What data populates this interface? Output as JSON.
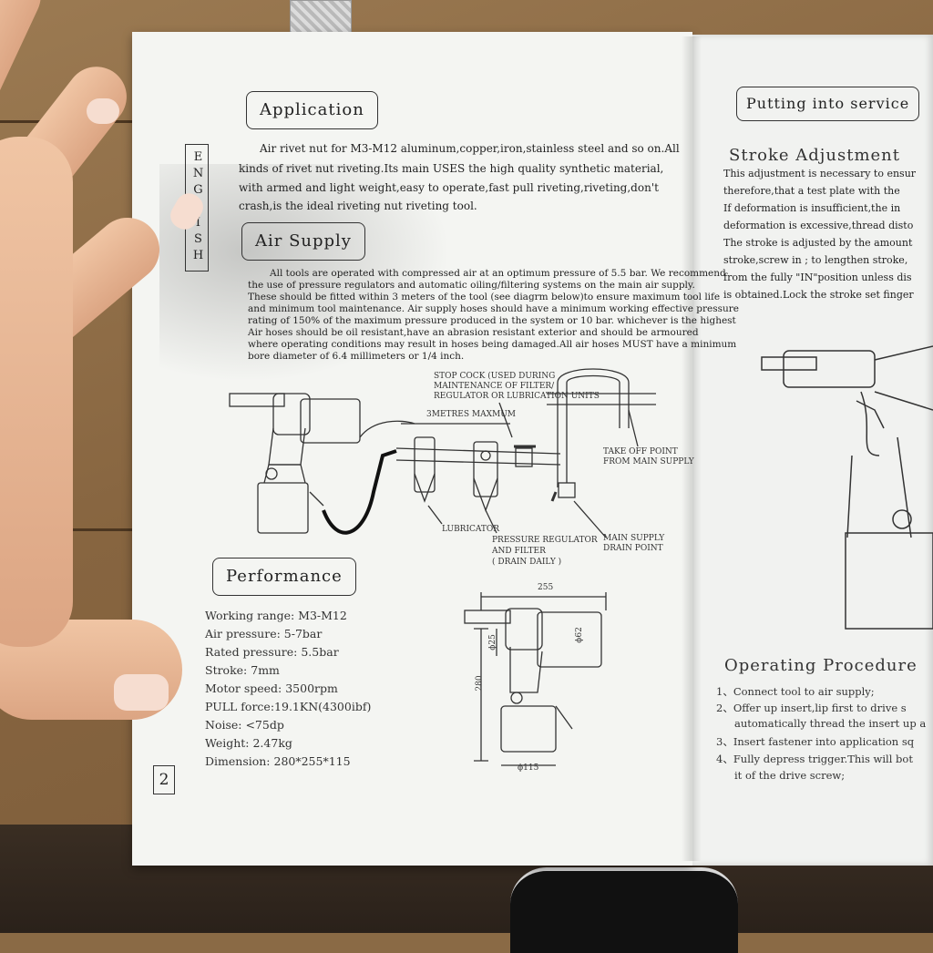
{
  "left_page": {
    "application": {
      "heading": "Application",
      "lines": [
        "Air rivet nut for M3-M12 aluminum,copper,iron,stainless steel and so on.All",
        "kinds of rivet nut riveting.Its main USES the high quality synthetic material,",
        "with armed and light weight,easy to operate,fast pull riveting,riveting,don't",
        "crash,is the ideal riveting nut riveting tool."
      ]
    },
    "side_tab": "ENGLISH",
    "air_supply": {
      "heading": "Air Supply",
      "lines": [
        "All tools are operated with compressed air at an optimum pressure of 5.5 bar. We recommend",
        "the use of pressure regulators and automatic oiling/filtering systems on the main air supply.",
        "These should be fitted within 3 meters of the tool (see diagrm below)to ensure maximum tool life",
        "and minimum tool maintenance. Air supply hoses should have a minimum working effective pressure",
        "rating of 150% of the maximum pressure produced in the system or 10 bar. whichever is the highest",
        "Air hoses should be oil resistant,have an abrasion resistant exterior and should be armoured",
        "where operating conditions may result in hoses being damaged.All air hoses MUST have a minimum",
        "bore diameter of 6.4 millimeters or 1/4 inch."
      ]
    },
    "diagram_labels": {
      "stop_cock": "STOP COCK (USED DURING\nMAINTENANCE OF FILTER/\nREGULATOR OR LUBRICATION UNITS",
      "three_metres": "3METRES MAXMUM",
      "take_off": "TAKE OFF POINT\nFROM MAIN SUPPLY",
      "lubricator": "LUBRICATOR",
      "pressure_regulator": "PRESSURE REGULATOR\nAND FILTER\n( DRAIN DAILY )",
      "main_supply": "MAIN SUPPLY\nDRAIN POINT"
    },
    "performance": {
      "heading": "Performance",
      "specs": [
        "Working range: M3-M12",
        "Air pressure: 5-7bar",
        "Rated pressure: 5.5bar",
        "Stroke: 7mm",
        "Motor speed: 3500rpm",
        "PULL force:19.1KN(4300ibf)",
        "Noise: <75dp",
        "Weight: 2.47kg",
        "Dimension: 280*255*115"
      ]
    },
    "dimensions": {
      "width": "255",
      "height": "280",
      "d25": "ϕ25",
      "d62": "ϕ62",
      "d115": "ϕ115"
    },
    "page_number": "2"
  },
  "right_page": {
    "heading": "Putting into service",
    "stroke": {
      "heading": "Stroke Adjustment",
      "lines": [
        "This adjustment is necessary to ensur",
        "therefore,that a test plate with the",
        "If deformation is insufficient,the in",
        "deformation is excessive,thread disto",
        "The stroke is adjusted by the amount",
        "stroke,screw in ; to lengthen stroke,",
        "from the fully \"IN\"position unless dis",
        "is obtained.Lock the stroke set finger"
      ]
    },
    "operating": {
      "heading": "Operating Procedure",
      "steps": [
        "1、Connect tool to air supply;",
        "2、Offer up insert,lip first to drive s",
        "automatically thread the insert up a",
        "3、Insert fastener into application sq",
        "4、Fully depress trigger.This will bot",
        "it of the drive  screw;"
      ]
    }
  }
}
